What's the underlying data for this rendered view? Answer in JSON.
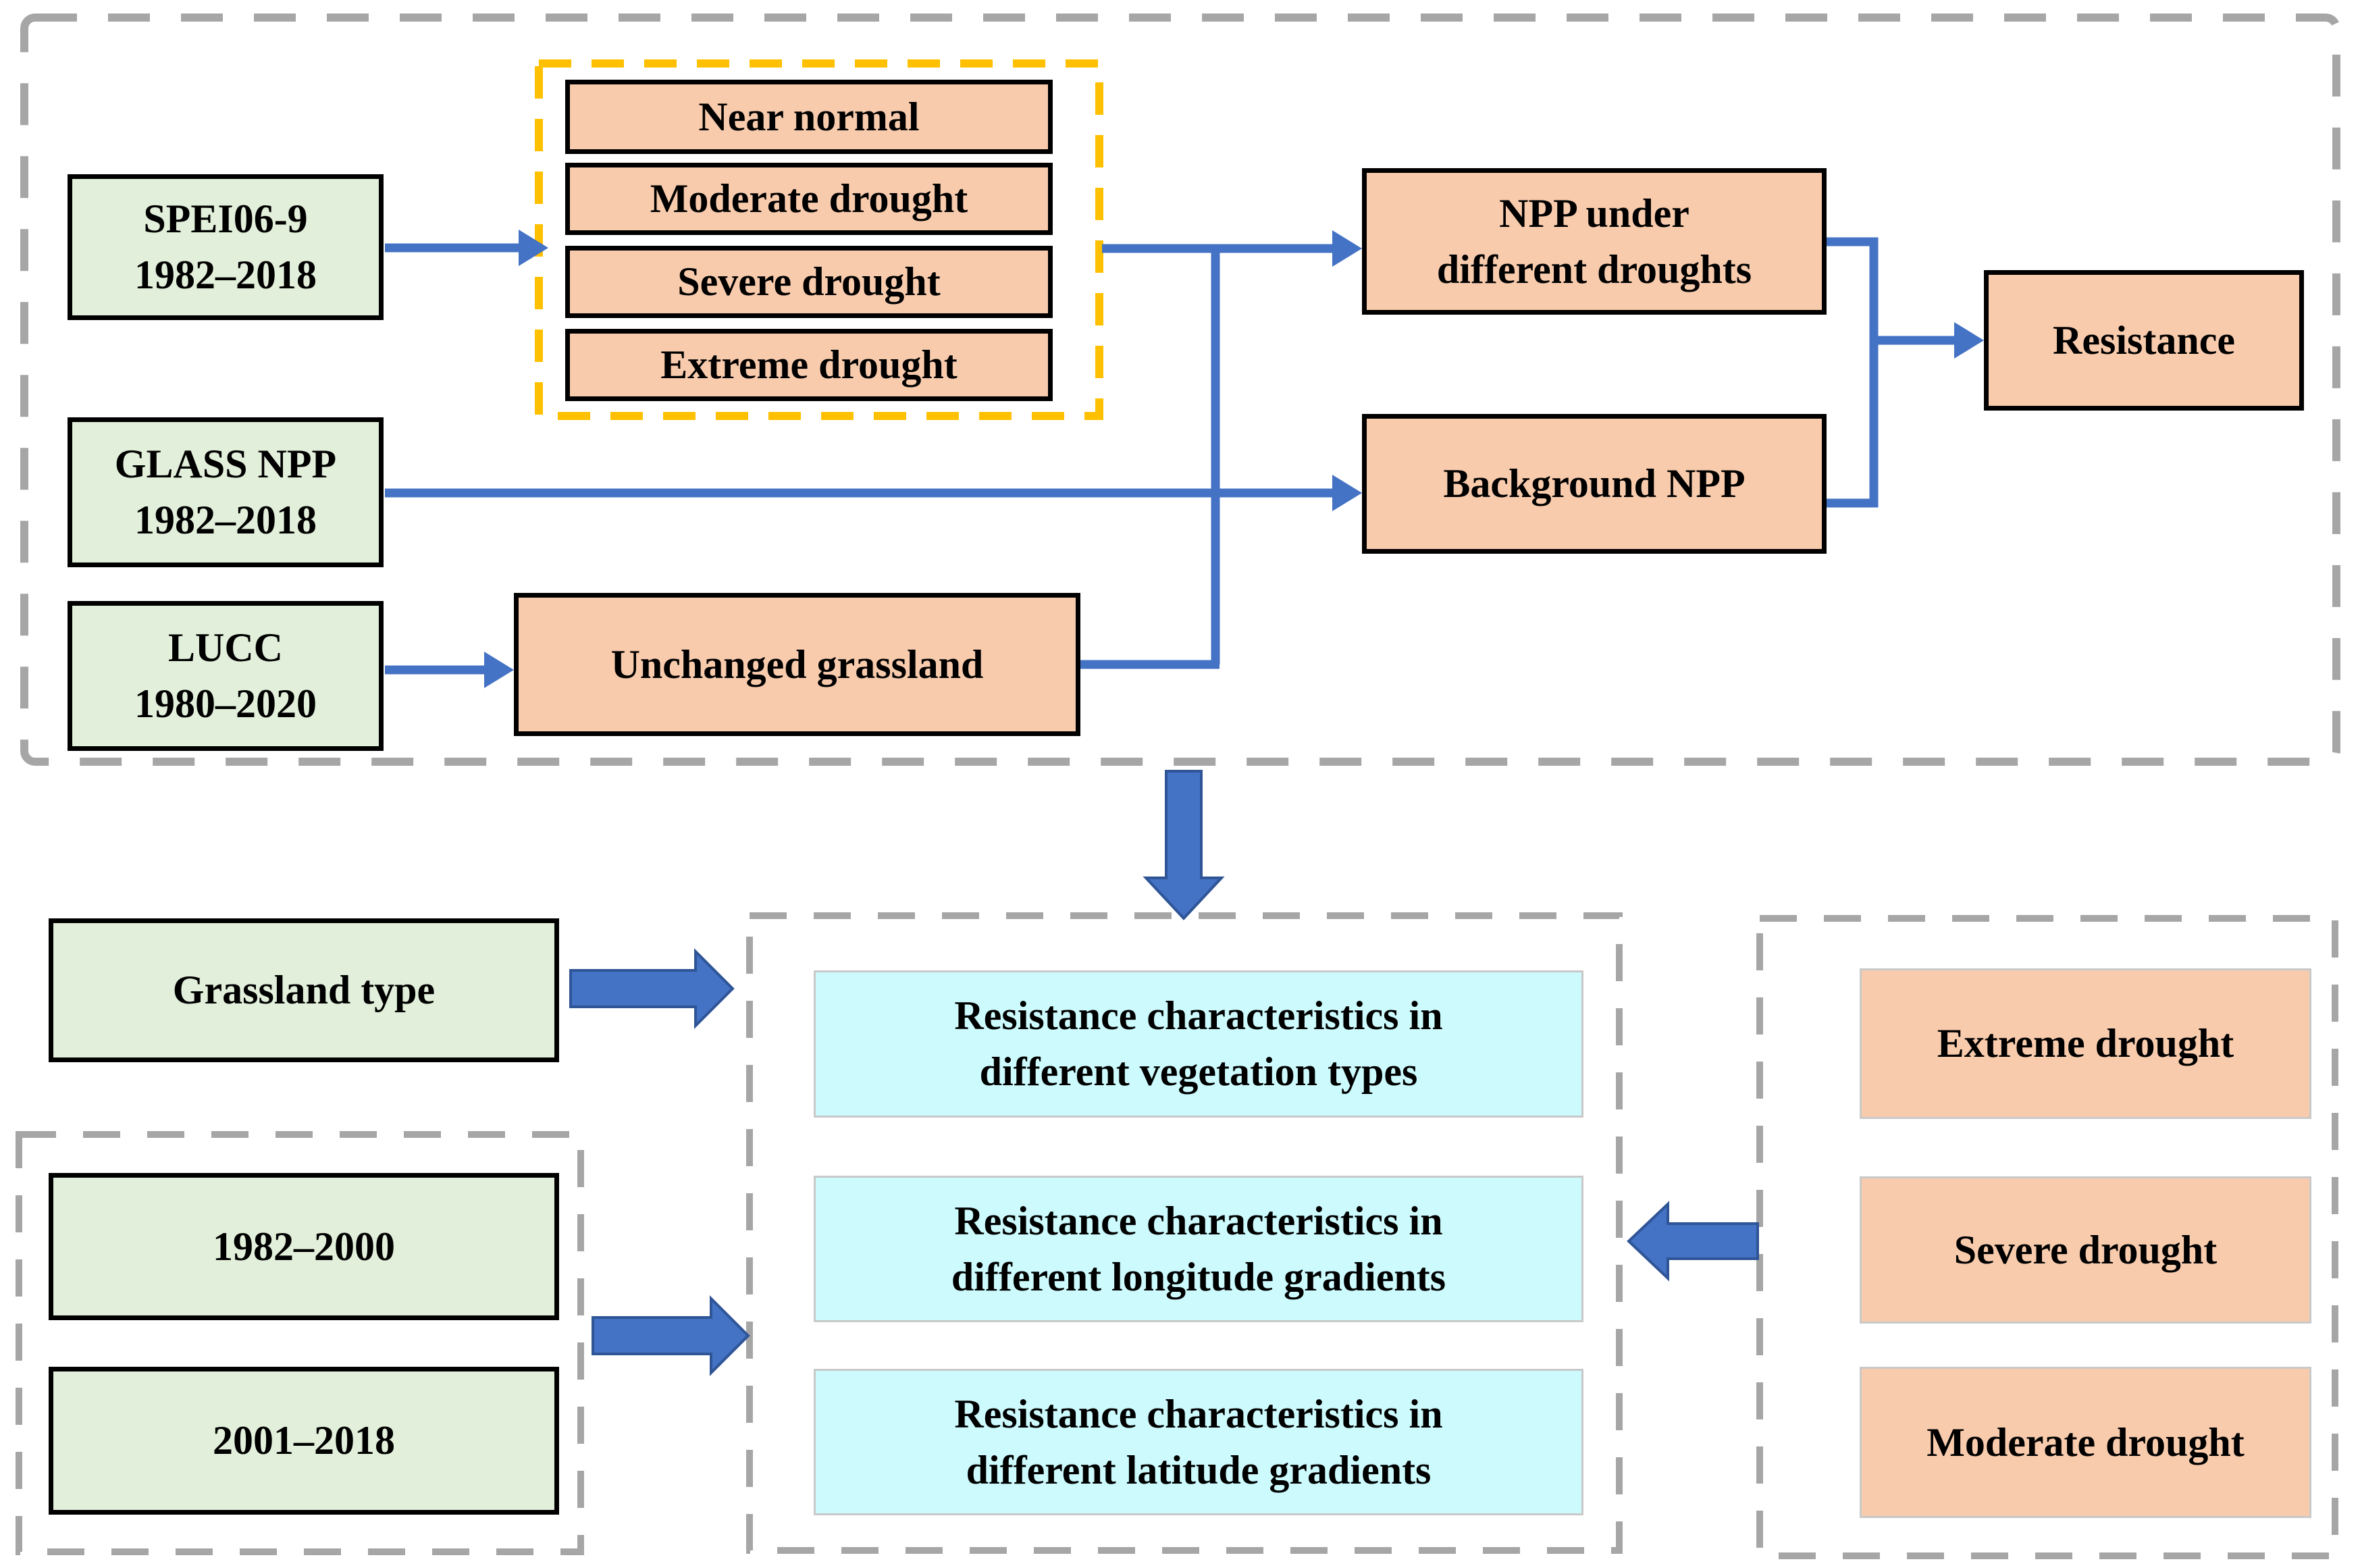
{
  "top_section": {
    "inputs": [
      {
        "label": "SPEI06-9\n1982–2018"
      },
      {
        "label": "GLASS NPP\n1982–2018"
      },
      {
        "label": "LUCC\n1980–2020"
      }
    ],
    "drought_levels": [
      "Near normal",
      "Moderate drought",
      "Severe drought",
      "Extreme drought"
    ],
    "npp_droughts_label": "NPP under\ndifferent droughts",
    "background_npp_label": "Background NPP",
    "unchanged_grassland_label": "Unchanged grassland",
    "resistance_label": "Resistance"
  },
  "bottom_section": {
    "grassland_type_label": "Grassland type",
    "periods": [
      "1982–2000",
      "2001–2018"
    ],
    "analyses": [
      "Resistance characteristics in\ndifferent vegetation types",
      "Resistance characteristics in\ndifferent longitude gradients",
      "Resistance characteristics in\ndifferent latitude gradients"
    ],
    "drought_types": [
      "Extreme drought",
      "Severe drought",
      "Moderate drought"
    ]
  },
  "colors": {
    "input_green": "#E2EFDA",
    "process_orange": "#F8CBAD",
    "analysis_cyan": "#CCFAFD",
    "arrow_blue": "#4472C4",
    "arrow_blue_outline": "#2F5597",
    "drought_group_yellow": "#FFC000",
    "container_dash_gray": "#A6A6A6",
    "box_border_black": "#000000"
  }
}
